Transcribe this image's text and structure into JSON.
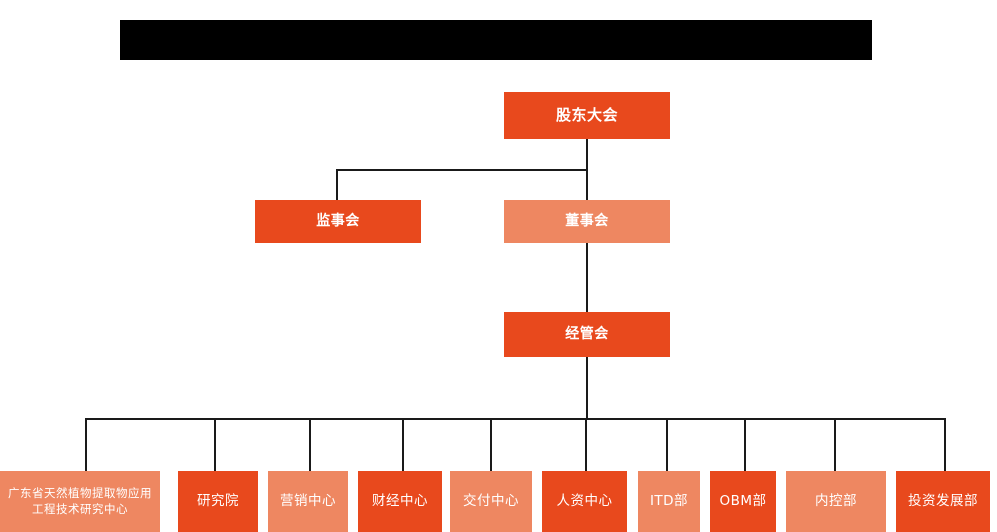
{
  "chart": {
    "type": "org-chart",
    "title_bar": {
      "label": "",
      "color": "#000000",
      "redacted": true
    },
    "colors": {
      "dark_orange": "#E8491D",
      "light_orange": "#EE8761",
      "line": "#1A1A1A",
      "background": "#FFFFFF"
    },
    "levels": [
      {
        "level": 1,
        "nodes": [
          {
            "id": "shareholders",
            "label": "股东大会",
            "tone": "dark"
          }
        ]
      },
      {
        "level": 2,
        "nodes": [
          {
            "id": "supervisors",
            "label": "监事会",
            "tone": "dark"
          },
          {
            "id": "directors",
            "label": "董事会",
            "tone": "light"
          }
        ]
      },
      {
        "level": 3,
        "nodes": [
          {
            "id": "management",
            "label": "经管会",
            "tone": "dark"
          }
        ]
      },
      {
        "level": 4,
        "nodes": [
          {
            "id": "eng-center",
            "label": "广东省天然植物提取物应用工程技术研究中心",
            "tone": "light"
          },
          {
            "id": "research-institute",
            "label": "研究院",
            "tone": "dark"
          },
          {
            "id": "marketing-center",
            "label": "营销中心",
            "tone": "light"
          },
          {
            "id": "finance-center",
            "label": "财经中心",
            "tone": "dark"
          },
          {
            "id": "delivery-center",
            "label": "交付中心",
            "tone": "light"
          },
          {
            "id": "hr-center",
            "label": "人资中心",
            "tone": "dark"
          },
          {
            "id": "itd-dept",
            "label": "ITD部",
            "tone": "light"
          },
          {
            "id": "obm-dept",
            "label": "OBM部",
            "tone": "dark"
          },
          {
            "id": "internal-control-dept",
            "label": "内控部",
            "tone": "light"
          },
          {
            "id": "investment-development-dept",
            "label": "投资发展部",
            "tone": "dark"
          }
        ]
      }
    ]
  }
}
